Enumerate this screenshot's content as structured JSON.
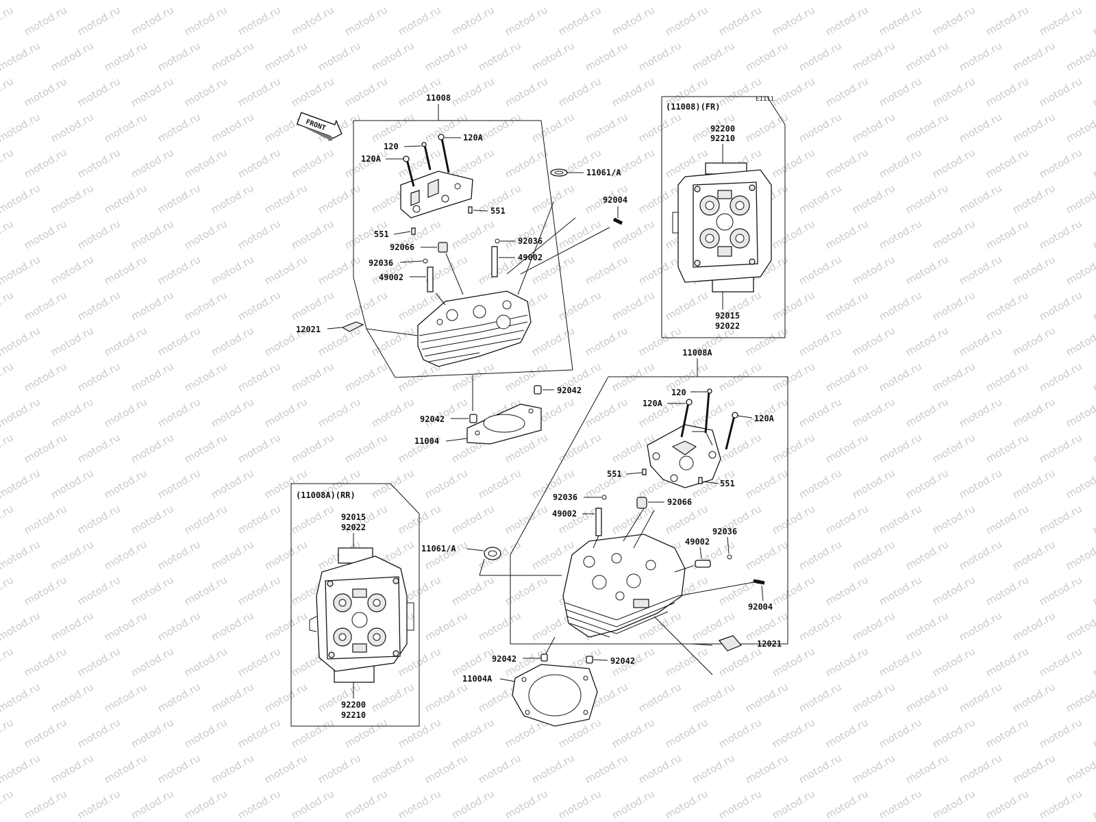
{
  "diagram": {
    "watermark_text": "motod.ru",
    "front_arrow_text": "FRONT",
    "diagram_code": "E1111",
    "assembly_front": "11008",
    "assembly_rear": "11008A",
    "inset_front_title": "(11008)(FR)",
    "inset_rear_title": "(11008A)(RR)",
    "inset_front_top_codes": [
      "92200",
      "92210"
    ],
    "inset_front_bottom_codes": [
      "92015",
      "92022"
    ],
    "inset_rear_top_codes": [
      "92015",
      "92022"
    ],
    "inset_rear_bottom_codes": [
      "92200",
      "92210"
    ]
  },
  "callouts": {
    "front": {
      "c120": "120",
      "c120a_1": "120A",
      "c120a_2": "120A",
      "c11061": "11061/A",
      "c551_1": "551",
      "c551_2": "551",
      "c92004": "92004",
      "c92066": "92066",
      "c92036_1": "92036",
      "c92036_2": "92036",
      "c49002_1": "49002",
      "c49002_2": "49002",
      "c12021": "12021",
      "c92042_1": "92042",
      "c92042_2": "92042",
      "c11004": "11004"
    },
    "rear": {
      "c120": "120",
      "c120a_1": "120A",
      "c120a_2": "120A",
      "c551_1": "551",
      "c551_2": "551",
      "c92036_1": "92036",
      "c92036_2": "92036",
      "c92066": "92066",
      "c49002_1": "49002",
      "c49002_2": "49002",
      "c11061": "11061/A",
      "c92004": "92004",
      "c12021": "12021",
      "c92042_1": "92042",
      "c92042_2": "92042",
      "c11004a": "11004A"
    }
  }
}
